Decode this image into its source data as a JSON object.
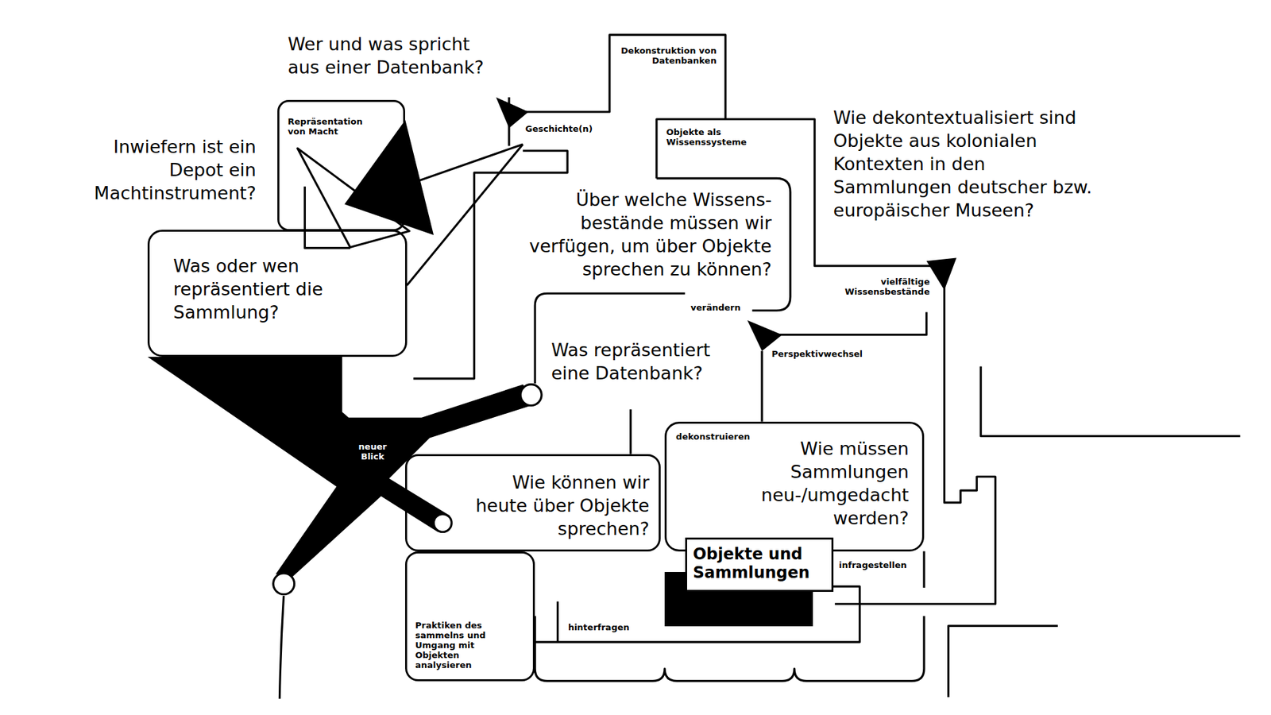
{
  "diagram": {
    "nodes": [
      {
        "text": [
          "Repräsentation von Macht"
        ]
      },
      {
        "text": [
          "Was oder wen repräsentiert die Sammlung?"
        ]
      },
      {
        "text": [
          "neuer Blick"
        ]
      },
      {
        "text": [
          "Wie können wir heute über Objekte sprechen?"
        ]
      },
      {
        "text": [
          "dekonstruieren",
          "Wie müssen Sammlungen neu-/umgedacht werden?"
        ]
      },
      {
        "text": [
          "Objekte und Sammlungen"
        ]
      },
      {
        "text": [
          "Praktiken des sammelns und Umgang mit Objekten analysieren"
        ]
      }
    ],
    "edges": [
      {
        "from": 5,
        "to": 6,
        "arrow": "none",
        "label": "hinterfragen"
      }
    ],
    "labels": [
      "Wer und was spricht aus einer Datenbank?",
      "Dekonstruktion von Datenbanken",
      "Geschichte(n)",
      "Objekte als Wissenssysteme",
      "Inwiefern ist ein Depot ein Machtinstrument?",
      "Wie dekontextualisiert sind Objekte aus kolonialen Kontexten in den Sammlungen deutscher bzw. europäischer Museen?",
      "Über welche Wissens- bestände müssen wir verfügen, um über Objekte sprechen zu können?",
      "vielfältige Wissensbestände",
      "verändern",
      "Perspektivwechsel",
      "Was repräsentiert eine Datenbank?",
      "infragestellen"
    ]
  }
}
